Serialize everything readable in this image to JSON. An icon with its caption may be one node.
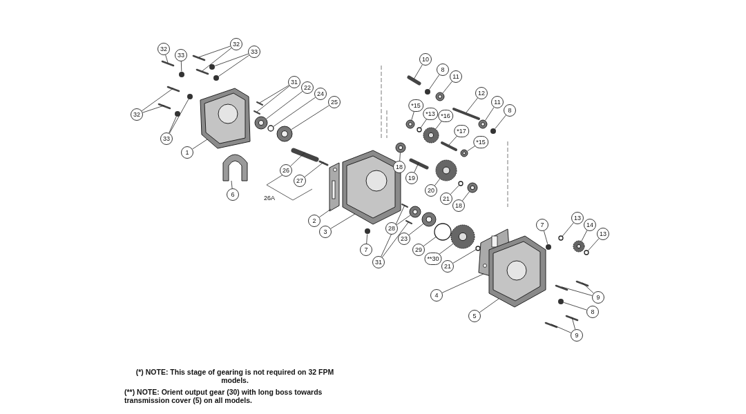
{
  "diagram": {
    "nodes": [
      {
        "text": [
          "32"
        ]
      },
      {
        "text": [
          "33"
        ]
      },
      {
        "text": [
          "32"
        ]
      },
      {
        "text": [
          "33"
        ]
      },
      {
        "text": [
          "10"
        ]
      },
      {
        "text": [
          "8"
        ]
      },
      {
        "text": [
          "11"
        ]
      },
      {
        "text": [
          "31"
        ]
      },
      {
        "text": [
          "22"
        ]
      },
      {
        "text": [
          "12"
        ]
      },
      {
        "text": [
          "24"
        ]
      },
      {
        "text": [
          "*15"
        ]
      },
      {
        "text": [
          "11"
        ]
      },
      {
        "text": [
          "25"
        ]
      },
      {
        "text": [
          "8"
        ]
      },
      {
        "text": [
          "*13"
        ]
      },
      {
        "text": [
          "*16"
        ]
      },
      {
        "text": [
          "32"
        ]
      },
      {
        "text": [
          "*17"
        ]
      },
      {
        "text": [
          "*15"
        ]
      },
      {
        "text": [
          "33"
        ]
      },
      {
        "text": [
          "1"
        ]
      },
      {
        "text": [
          "18"
        ]
      },
      {
        "text": [
          "26"
        ]
      },
      {
        "text": [
          "19"
        ]
      },
      {
        "text": [
          "6"
        ]
      },
      {
        "text": [
          "27"
        ]
      },
      {
        "text": [
          "20"
        ]
      },
      {
        "text": [
          "21"
        ]
      },
      {
        "text": [
          "18"
        ]
      },
      {
        "text": [
          "13"
        ]
      },
      {
        "text": [
          "2"
        ]
      },
      {
        "text": [
          "7"
        ]
      },
      {
        "text": [
          "14"
        ]
      },
      {
        "text": [
          "28"
        ]
      },
      {
        "text": [
          "3"
        ]
      },
      {
        "text": [
          "13"
        ]
      },
      {
        "text": [
          "23"
        ]
      },
      {
        "text": [
          "29"
        ]
      },
      {
        "text": [
          "7"
        ]
      },
      {
        "text": [
          "**30"
        ]
      },
      {
        "text": [
          "31"
        ]
      },
      {
        "text": [
          "21"
        ]
      },
      {
        "text": [
          "4"
        ]
      },
      {
        "text": [
          "9"
        ]
      },
      {
        "text": [
          "8"
        ]
      },
      {
        "text": [
          "5"
        ]
      },
      {
        "text": [
          "9"
        ]
      },
      {
        "text": [],
        "shape": "picture"
      },
      {
        "text": [],
        "shape": "circle"
      },
      {
        "text": [],
        "shape": "picture"
      },
      {
        "text": [],
        "shape": "picture"
      },
      {
        "text": [],
        "shape": "circle"
      },
      {
        "text": [],
        "shape": "circle"
      },
      {
        "text": [],
        "shape": "picture"
      },
      {
        "text": [],
        "shape": "circle"
      },
      {
        "text": [],
        "shape": "circle"
      },
      {
        "text": [],
        "shape": "picture"
      },
      {
        "text": [],
        "shape": "picture"
      },
      {
        "text": [],
        "shape": "circle"
      },
      {
        "text": [],
        "shape": "picture"
      },
      {
        "text": [],
        "shape": "circle"
      },
      {
        "text": [],
        "shape": "circle"
      },
      {
        "text": [],
        "shape": "circle"
      },
      {
        "text": [],
        "shape": "circle"
      },
      {
        "text": [],
        "shape": "circle"
      },
      {
        "text": [],
        "shape": "circle"
      },
      {
        "text": [],
        "shape": "circle"
      },
      {
        "text": [],
        "shape": "picture"
      },
      {
        "text": [],
        "shape": "picture"
      },
      {
        "text": [],
        "shape": "picture"
      },
      {
        "text": [],
        "shape": "circle"
      },
      {
        "text": [],
        "shape": "circle"
      },
      {
        "text": [],
        "shape": "circle"
      },
      {
        "text": [],
        "shape": "picture"
      },
      {
        "text": [],
        "shape": "circle"
      },
      {
        "text": [],
        "shape": "picture"
      },
      {
        "text": [],
        "shape": "picture"
      },
      {
        "text": [],
        "shape": "picture"
      },
      {
        "text": [],
        "shape": "picture"
      },
      {
        "text": [],
        "shape": "circle"
      },
      {
        "text": [],
        "shape": "circle"
      },
      {
        "text": [],
        "shape": "circle"
      },
      {
        "text": [],
        "shape": "circle"
      },
      {
        "text": [],
        "shape": "picture"
      },
      {
        "text": [],
        "shape": "circle"
      },
      {
        "text": [],
        "shape": "circle"
      },
      {
        "text": [],
        "shape": "circle"
      },
      {
        "text": [],
        "shape": "picture"
      },
      {
        "text": [],
        "shape": "circle"
      },
      {
        "text": [],
        "shape": "circle"
      },
      {
        "text": [],
        "shape": "circle"
      },
      {
        "text": [],
        "shape": "circle"
      },
      {
        "text": [],
        "shape": "circle"
      },
      {
        "text": [],
        "shape": "picture"
      },
      {
        "text": [],
        "shape": "picture"
      },
      {
        "text": [],
        "shape": "circle"
      },
      {
        "text": [],
        "shape": "picture"
      },
      {
        "text": [],
        "shape": "picture"
      },
      {
        "text": [],
        "shape": "picture"
      },
      {
        "text": [],
        "shape": "circle"
      },
      {
        "text": [],
        "shape": "picture"
      },
      {
        "text": [],
        "shape": "picture"
      },
      {
        "text": [],
        "shape": "picture"
      }
    ],
    "edges": [
      {
        "from": 0,
        "to": 48,
        "arrow": "none"
      },
      {
        "from": 1,
        "to": 49,
        "arrow": "none"
      },
      {
        "from": 2,
        "to": 50,
        "arrow": "none"
      },
      {
        "from": 2,
        "to": 51,
        "arrow": "none"
      },
      {
        "from": 3,
        "to": 52,
        "arrow": "none"
      },
      {
        "from": 3,
        "to": 53,
        "arrow": "none"
      },
      {
        "from": 4,
        "to": 54,
        "arrow": "none"
      },
      {
        "from": 5,
        "to": 55,
        "arrow": "none"
      },
      {
        "from": 6,
        "to": 56,
        "arrow": "none"
      },
      {
        "from": 7,
        "to": 57,
        "arrow": "none"
      },
      {
        "from": 7,
        "to": 58,
        "arrow": "none"
      },
      {
        "from": 8,
        "to": 59,
        "arrow": "none"
      },
      {
        "from": 9,
        "to": 60,
        "arrow": "none"
      },
      {
        "from": 10,
        "to": 61,
        "arrow": "none"
      },
      {
        "from": 11,
        "to": 62,
        "arrow": "none"
      },
      {
        "from": 12,
        "to": 63,
        "arrow": "none"
      },
      {
        "from": 13,
        "to": 64,
        "arrow": "none"
      },
      {
        "from": 14,
        "to": 65,
        "arrow": "none"
      },
      {
        "from": 15,
        "to": 66,
        "arrow": "none"
      },
      {
        "from": 16,
        "to": 67,
        "arrow": "none"
      },
      {
        "from": 17,
        "to": 68,
        "arrow": "none"
      },
      {
        "from": 17,
        "to": 69,
        "arrow": "none"
      },
      {
        "from": 18,
        "to": 70,
        "arrow": "none"
      },
      {
        "from": 19,
        "to": 71,
        "arrow": "none"
      },
      {
        "from": 20,
        "to": 72,
        "arrow": "none"
      },
      {
        "from": 20,
        "to": 73,
        "arrow": "none"
      },
      {
        "from": 21,
        "to": 74,
        "arrow": "none"
      },
      {
        "from": 22,
        "to": 75,
        "arrow": "none"
      },
      {
        "from": 23,
        "to": 76,
        "arrow": "none"
      },
      {
        "from": 24,
        "to": 77,
        "arrow": "none"
      },
      {
        "from": 25,
        "to": 78,
        "arrow": "none"
      },
      {
        "from": 26,
        "to": 79,
        "arrow": "none"
      },
      {
        "from": 27,
        "to": 80,
        "arrow": "none"
      },
      {
        "from": 28,
        "to": 81,
        "arrow": "none"
      },
      {
        "from": 29,
        "to": 82,
        "arrow": "none"
      },
      {
        "from": 30,
        "to": 83,
        "arrow": "none"
      },
      {
        "from": 31,
        "to": 84,
        "arrow": "none"
      },
      {
        "from": 32,
        "to": 85,
        "arrow": "none"
      },
      {
        "from": 33,
        "to": 86,
        "arrow": "none"
      },
      {
        "from": 34,
        "to": 87,
        "arrow": "none"
      },
      {
        "from": 35,
        "to": 88,
        "arrow": "none"
      },
      {
        "from": 36,
        "to": 89,
        "arrow": "none"
      },
      {
        "from": 37,
        "to": 90,
        "arrow": "none"
      },
      {
        "from": 38,
        "to": 91,
        "arrow": "none"
      },
      {
        "from": 39,
        "to": 92,
        "arrow": "none"
      },
      {
        "from": 40,
        "to": 93,
        "arrow": "none"
      },
      {
        "from": 41,
        "to": 94,
        "arrow": "none"
      },
      {
        "from": 41,
        "to": 95,
        "arrow": "none"
      },
      {
        "from": 42,
        "to": 96,
        "arrow": "none"
      },
      {
        "from": 43,
        "to": 97,
        "arrow": "none"
      },
      {
        "from": 44,
        "to": 98,
        "arrow": "none"
      },
      {
        "from": 44,
        "to": 99,
        "arrow": "none"
      },
      {
        "from": 45,
        "to": 100,
        "arrow": "none"
      },
      {
        "from": 46,
        "to": 101,
        "arrow": "none"
      },
      {
        "from": 47,
        "to": 102,
        "arrow": "none"
      },
      {
        "from": 47,
        "to": 103,
        "arrow": "none"
      }
    ],
    "labels": [
      "26A",
      "(*) NOTE: This stage of gearing is not required on 32 FPM models.",
      "(**) NOTE: Orient output gear (30) with long boss towards transmission cover (5) on all models."
    ]
  }
}
